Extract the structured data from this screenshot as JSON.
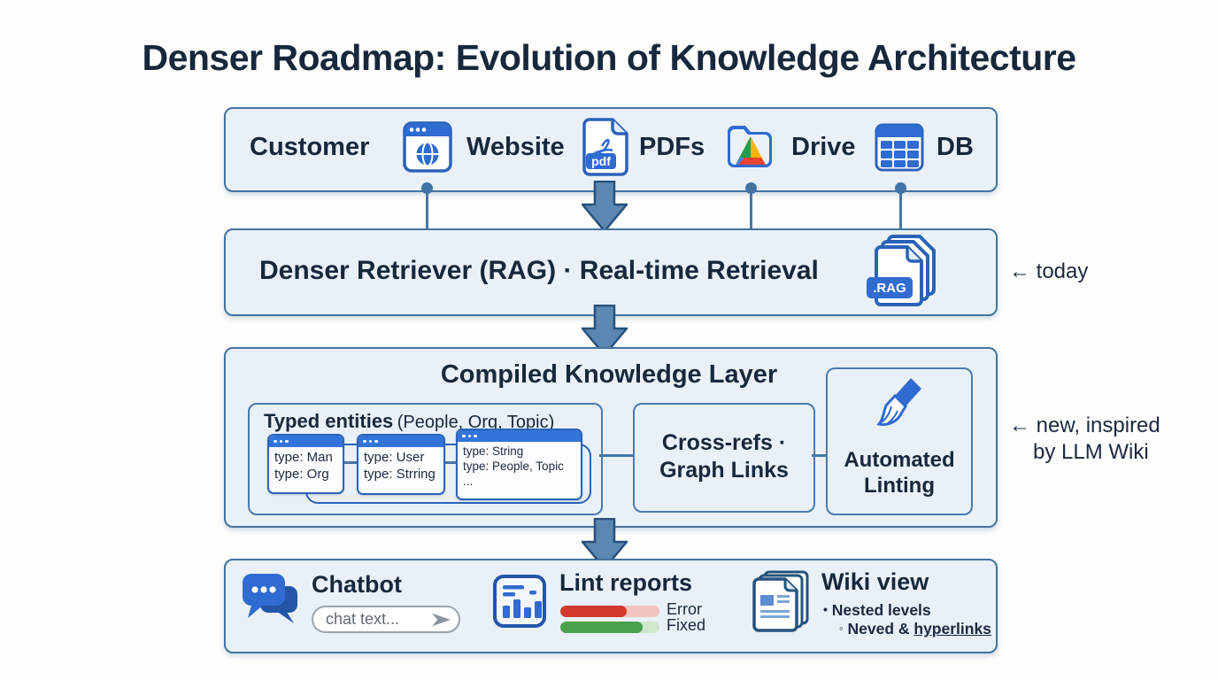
{
  "title": "Denser Roadmap: Evolution of Knowledge Architecture",
  "colors": {
    "box_border": "#44739f",
    "box_fill": "#e9f0f8",
    "icon_blue": "#2f6bd0",
    "icon_outline": "#2456a8",
    "arrow_fill": "#5c87b1",
    "arrow_stroke": "#27517b",
    "text_dark": "#17283c",
    "error_red": "#cf3a2b",
    "fixed_green": "#49a14d"
  },
  "icons": {
    "sources": [
      "browser-globe-icon",
      "pdf-file-icon",
      "drive-folder-icon",
      "table-grid-icon"
    ],
    "retriever": "rag-files-icon",
    "knowledge": "broom-icon",
    "outputs": [
      "chat-bubbles-icon",
      "bar-chart-icon",
      "stacked-pages-icon",
      "send-icon"
    ]
  },
  "sources": {
    "customer_label": "Customer",
    "items": [
      {
        "label": "Website"
      },
      {
        "label": "PDFs",
        "badge": "pdf"
      },
      {
        "label": "Drive"
      },
      {
        "label": "DB"
      }
    ]
  },
  "retriever": {
    "label": "Denser Retriever (RAG) · Real-time Retrieval",
    "file_badge": ".RAG",
    "side_note": "← today"
  },
  "knowledge": {
    "title": "Compiled Knowledge Layer",
    "typed": {
      "title": "Typed entities",
      "subtitle": "(People, Org, Topic)",
      "cards": [
        {
          "lines": [
            "type: Man",
            "type: Org"
          ]
        },
        {
          "lines": [
            "type: User",
            "type: Strring"
          ]
        },
        {
          "lines": [
            "type: String",
            "type: People, Topic",
            "..."
          ]
        }
      ]
    },
    "cross_refs": {
      "line1": "Cross-refs ·",
      "line2": "Graph Links"
    },
    "linting": {
      "line1": "Automated",
      "line2": "Linting"
    },
    "side_note": {
      "line1": "← new, inspired",
      "line2": "by LLM Wiki"
    }
  },
  "outputs": {
    "chatbot": {
      "title": "Chatbot",
      "input_placeholder": "chat text..."
    },
    "lint": {
      "title": "Lint reports",
      "bars": [
        {
          "label": "Error",
          "fill_pct": 67,
          "color": "#cf3a2b",
          "track": "#f2c4be"
        },
        {
          "label": "Fixed",
          "fill_pct": 83,
          "color": "#49a14d",
          "track": "#cfe7cc"
        }
      ]
    },
    "wiki": {
      "title": "Wiki view",
      "bullet1": {
        "marker": "•",
        "text": "Nested levels"
      },
      "bullet2": {
        "marker": "◦",
        "text": "Neved & ",
        "link": "hyperlinks"
      }
    }
  }
}
